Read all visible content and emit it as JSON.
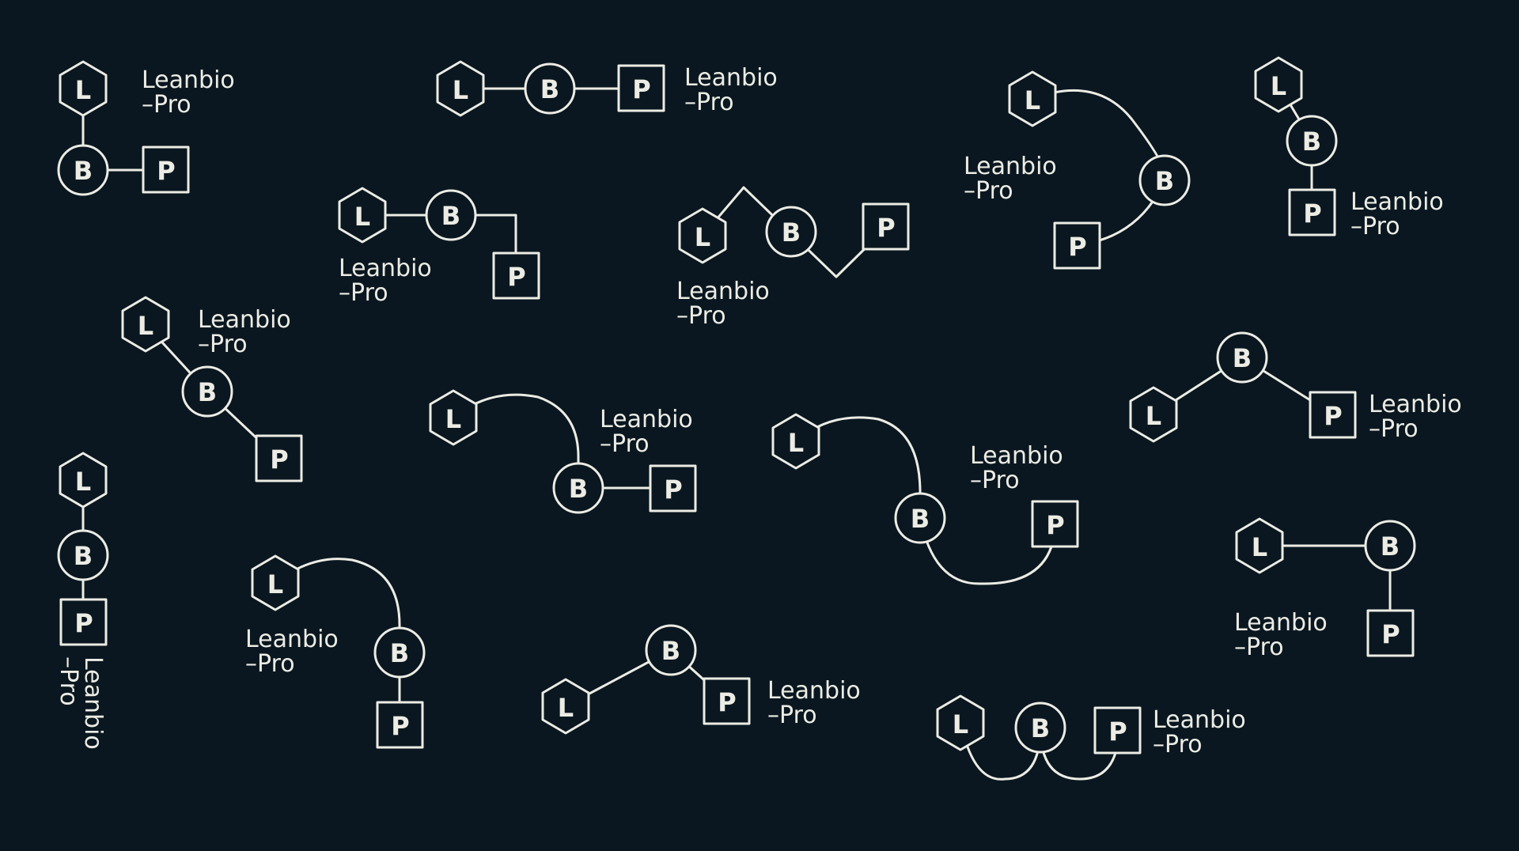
{
  "brand": {
    "wordmark_line1": "Leanbio",
    "wordmark_line2": "–Pro"
  },
  "nodes": {
    "linker": "L",
    "bridge": "B",
    "payload": "P"
  },
  "colors": {
    "background": "#0a1720",
    "foreground": "#ecece4"
  }
}
